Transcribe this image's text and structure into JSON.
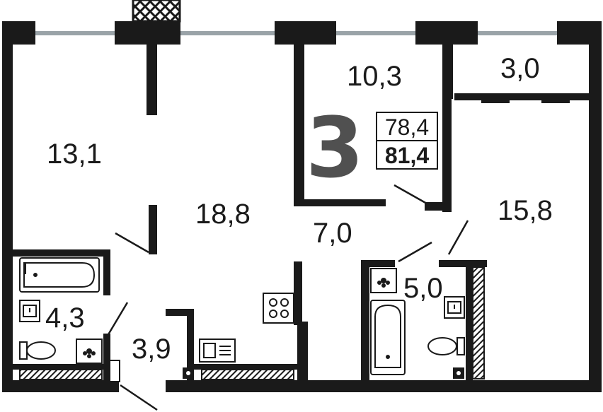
{
  "plan": {
    "rooms_count": "3",
    "area_living": "78,4",
    "area_total": "81,4",
    "rooms": [
      {
        "id": "room-bedroom-left",
        "area": "13,1"
      },
      {
        "id": "room-living",
        "area": "18,8"
      },
      {
        "id": "room-kitchen",
        "area": "10,3"
      },
      {
        "id": "room-balcony",
        "area": "3,0"
      },
      {
        "id": "room-bedroom-right",
        "area": "15,8"
      },
      {
        "id": "room-hall",
        "area": "7,0"
      },
      {
        "id": "room-bathroom-right",
        "area": "5,0"
      },
      {
        "id": "room-bathroom-left",
        "area": "4,3"
      },
      {
        "id": "room-entrance",
        "area": "3,9"
      }
    ]
  },
  "colors": {
    "wall": "#1a1a1a",
    "window": "#9aa3a8",
    "room_number": "#505050",
    "fixture_stroke": "#1a1a1a"
  }
}
